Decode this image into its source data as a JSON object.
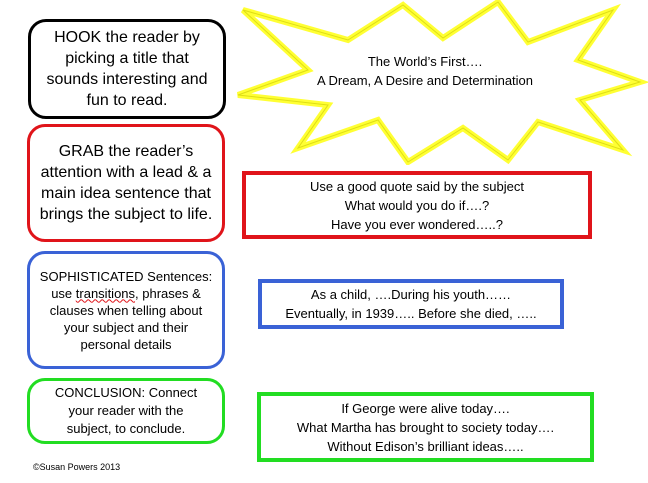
{
  "hook": {
    "text": "HOOK the reader by\npicking a title that\nsounds interesting and\nfun to read."
  },
  "grab": {
    "text": "GRAB the reader’s\nattention with a lead & a\nmain idea sentence that\nbrings the subject to life."
  },
  "sophisticated": {
    "line1": "SOPHISTICATED Sentences:",
    "line2_pre": "use ",
    "line2_word": "transitions",
    "line2_post": ", phrases &",
    "rest": "clauses when telling about\nyour subject and their\npersonal details"
  },
  "conclusion": {
    "text": "CONCLUSION: Connect\nyour reader with the\nsubject, to conclude."
  },
  "starburst": {
    "text": "The World’s First….\nA Dream, A Desire and Determination",
    "fill_color": "#ffffff",
    "stroke_color": "#ffff33"
  },
  "quote_examples": {
    "text": "Use a good quote said  by the subject\nWhat would you do if….?\nHave you ever wondered…..?"
  },
  "transition_examples": {
    "text": "As a child, ….During his youth……\nEventually, in 1939…..  Before she died, ….."
  },
  "conclusion_examples": {
    "text": "If George were alive today….\nWhat Martha has  brought to society today….\nWithout Edison’s brilliant ideas….."
  },
  "footer": {
    "copyright": "©Susan Powers 2013"
  },
  "colors": {
    "black_border": "#000000",
    "red_border": "#e0141a",
    "blue_border": "#3a62d6",
    "green_border": "#22dd22",
    "starburst_stroke": "#ffff33"
  }
}
